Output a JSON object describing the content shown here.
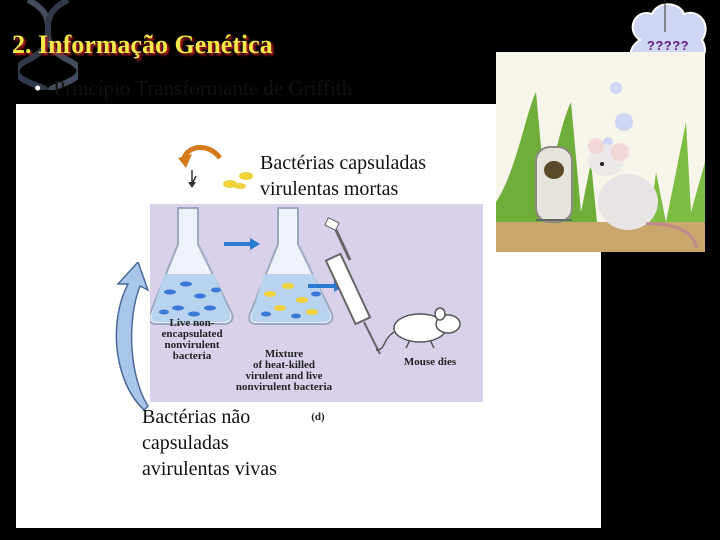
{
  "slide": {
    "title": "2. Informação Genética",
    "bullet": "Princípio Transformante de Griffith"
  },
  "thought_bubble": {
    "text": "?????"
  },
  "labels": {
    "top_line1": "Bactérias capsuladas",
    "top_line2": "virulentas mortas",
    "bottom_line1": "Bactérias não",
    "bottom_line2": "capsuladas",
    "bottom_line3": "avirulentas vivas"
  },
  "figure": {
    "flask1_line1": "Live non-",
    "flask1_line2": "encapsulated",
    "flask1_line3": "nonvirulent",
    "flask1_line4": "bacteria",
    "flask2_line1": "Mixture",
    "flask2_line2": "of heat-killed",
    "flask2_line3": "virulent and live",
    "flask2_line4": "nonvirulent bacteria",
    "outcome": "Mouse dies",
    "panel_letter": "(d)"
  },
  "colors": {
    "title": "#f2e84a",
    "title_shadow": "#c02020",
    "panel": "#ffffff",
    "figure_bg": "#d9d1ea",
    "arrow_blue": "#2a7ad0"
  }
}
